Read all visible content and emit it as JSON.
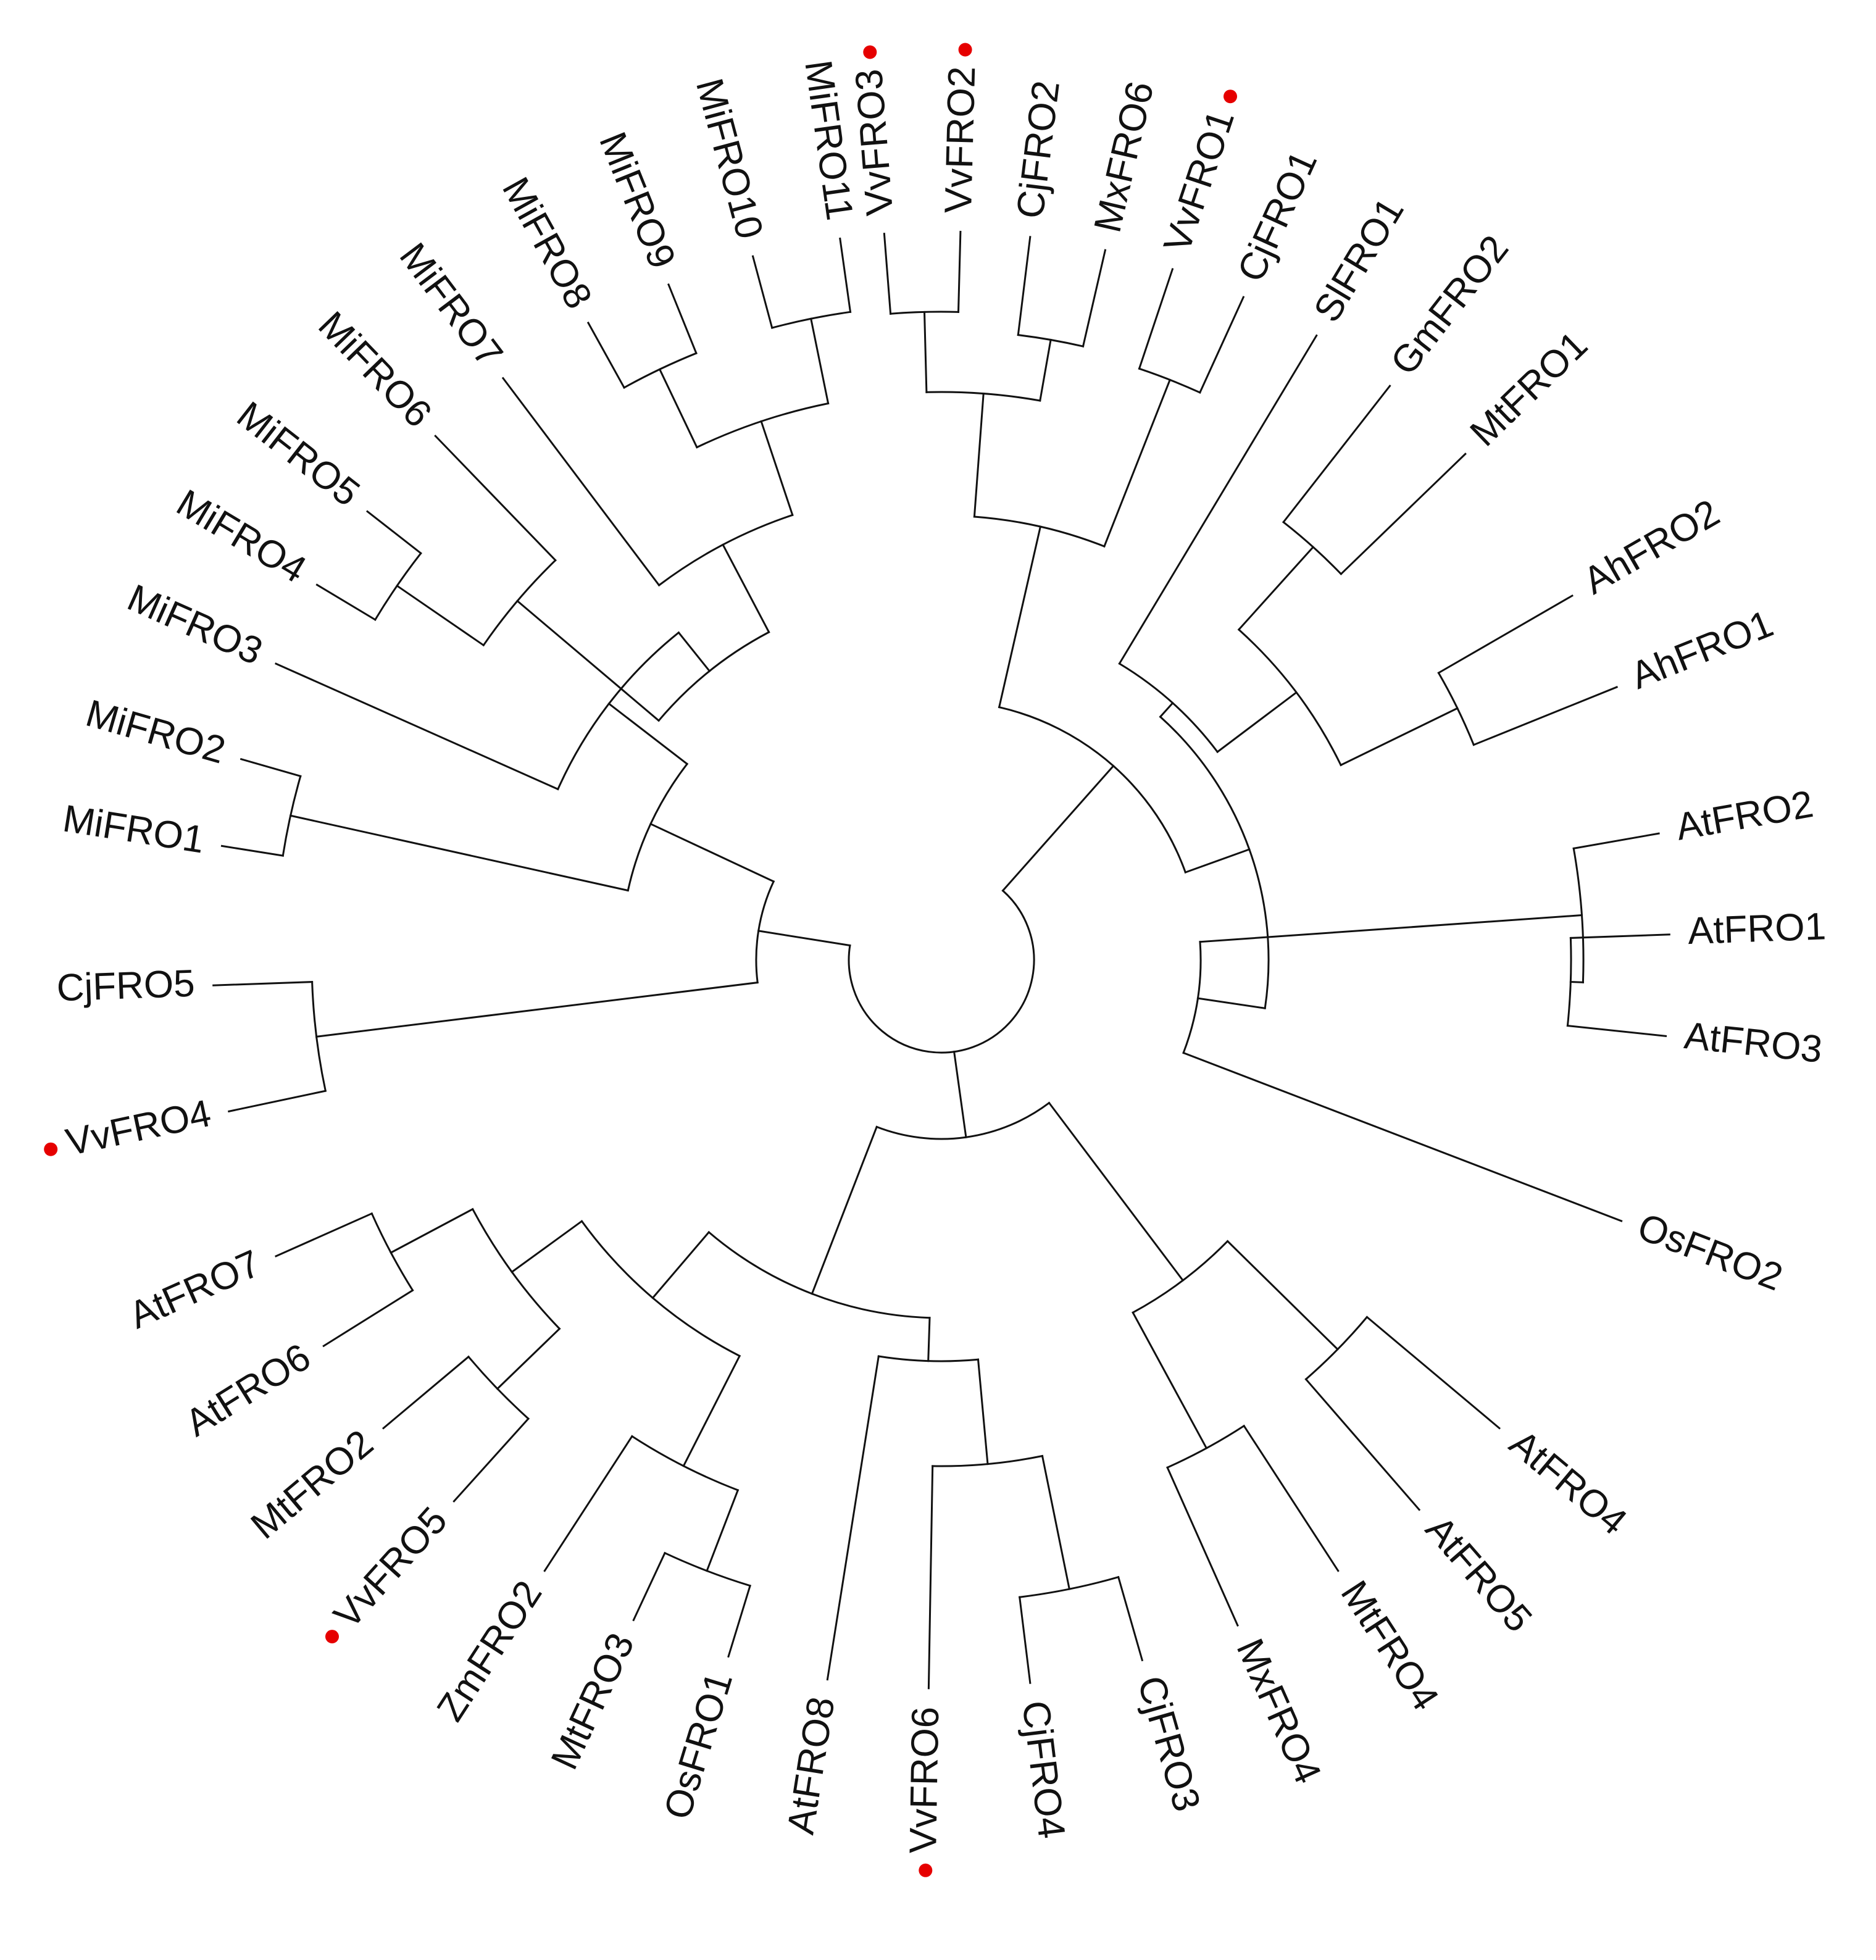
{
  "colors": {
    "branch": "#111111",
    "label": "#111111",
    "marker": "#e60000",
    "background": "#ffffff"
  },
  "tree": {
    "layout": "circular",
    "marker": "red-dot",
    "leaves": [
      {
        "label": "VvFRO3",
        "marked": true
      },
      {
        "label": "VvFRO2",
        "marked": true
      },
      {
        "label": "CjFRO2",
        "marked": false
      },
      {
        "label": "MxFRO6",
        "marked": false
      },
      {
        "label": "VvFRO1",
        "marked": true
      },
      {
        "label": "CjFRO1",
        "marked": false
      },
      {
        "label": "SlFRO1",
        "marked": false
      },
      {
        "label": "GmFRO2",
        "marked": false
      },
      {
        "label": "MtFRO1",
        "marked": false
      },
      {
        "label": "AhFRO2",
        "marked": false
      },
      {
        "label": "AhFRO1",
        "marked": false
      },
      {
        "label": "AtFRO2",
        "marked": false
      },
      {
        "label": "AtFRO1",
        "marked": false
      },
      {
        "label": "AtFRO3",
        "marked": false
      },
      {
        "label": "OsFRO2",
        "marked": false
      },
      {
        "label": "AtFRO4",
        "marked": false
      },
      {
        "label": "AtFRO5",
        "marked": false
      },
      {
        "label": "MtFRO4",
        "marked": false
      },
      {
        "label": "MxFRO4",
        "marked": false
      },
      {
        "label": "CjFRO3",
        "marked": false
      },
      {
        "label": "CjFRO4",
        "marked": false
      },
      {
        "label": "VvFRO6",
        "marked": true
      },
      {
        "label": "AtFRO8",
        "marked": false
      },
      {
        "label": "OsFRO1",
        "marked": false
      },
      {
        "label": "MtFRO3",
        "marked": false
      },
      {
        "label": "ZmFRO2",
        "marked": false
      },
      {
        "label": "VvFRO5",
        "marked": true
      },
      {
        "label": "MtFRO2",
        "marked": false
      },
      {
        "label": "AtFRO6",
        "marked": false
      },
      {
        "label": "AtFRO7",
        "marked": false
      },
      {
        "label": "VvFRO4",
        "marked": true
      },
      {
        "label": "CjFRO5",
        "marked": false
      },
      {
        "label": "MiFRO1",
        "marked": false
      },
      {
        "label": "MiFRO2",
        "marked": false
      },
      {
        "label": "MiFRO3",
        "marked": false
      },
      {
        "label": "MiFRO4",
        "marked": false
      },
      {
        "label": "MiFRO5",
        "marked": false
      },
      {
        "label": "MiFRO6",
        "marked": false
      },
      {
        "label": "MiFRO7",
        "marked": false
      },
      {
        "label": "MiFRO8",
        "marked": false
      },
      {
        "label": "MiFRO9",
        "marked": false
      },
      {
        "label": "MiFRO10",
        "marked": false
      },
      {
        "label": "MiFRO11",
        "marked": false
      }
    ]
  }
}
